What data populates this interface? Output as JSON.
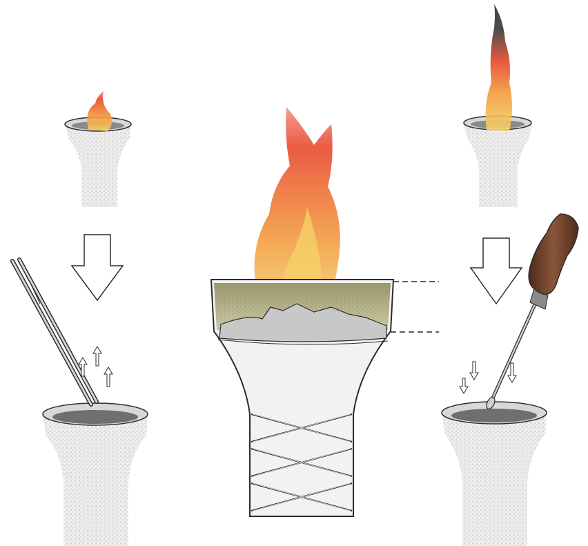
{
  "illustration": {
    "panels": [
      {
        "id": "left",
        "top_state": "small-flame",
        "tool": "tweezers-icon",
        "air_direction": "up"
      },
      {
        "id": "center",
        "state": "large-flame-cross-section",
        "strap": "crossed-strapping"
      },
      {
        "id": "right",
        "top_state": "smoky-flame",
        "tool": "screwdriver-icon",
        "air_direction": "down"
      }
    ],
    "colors": {
      "flame_red": "#e8452a",
      "flame_orange": "#f39a3c",
      "flame_yellow": "#f6d36a",
      "smoke": "#3a3a3a",
      "vessel": "#efefef",
      "ink": "#2b2b2b",
      "handle": "#6b3f2a"
    }
  }
}
